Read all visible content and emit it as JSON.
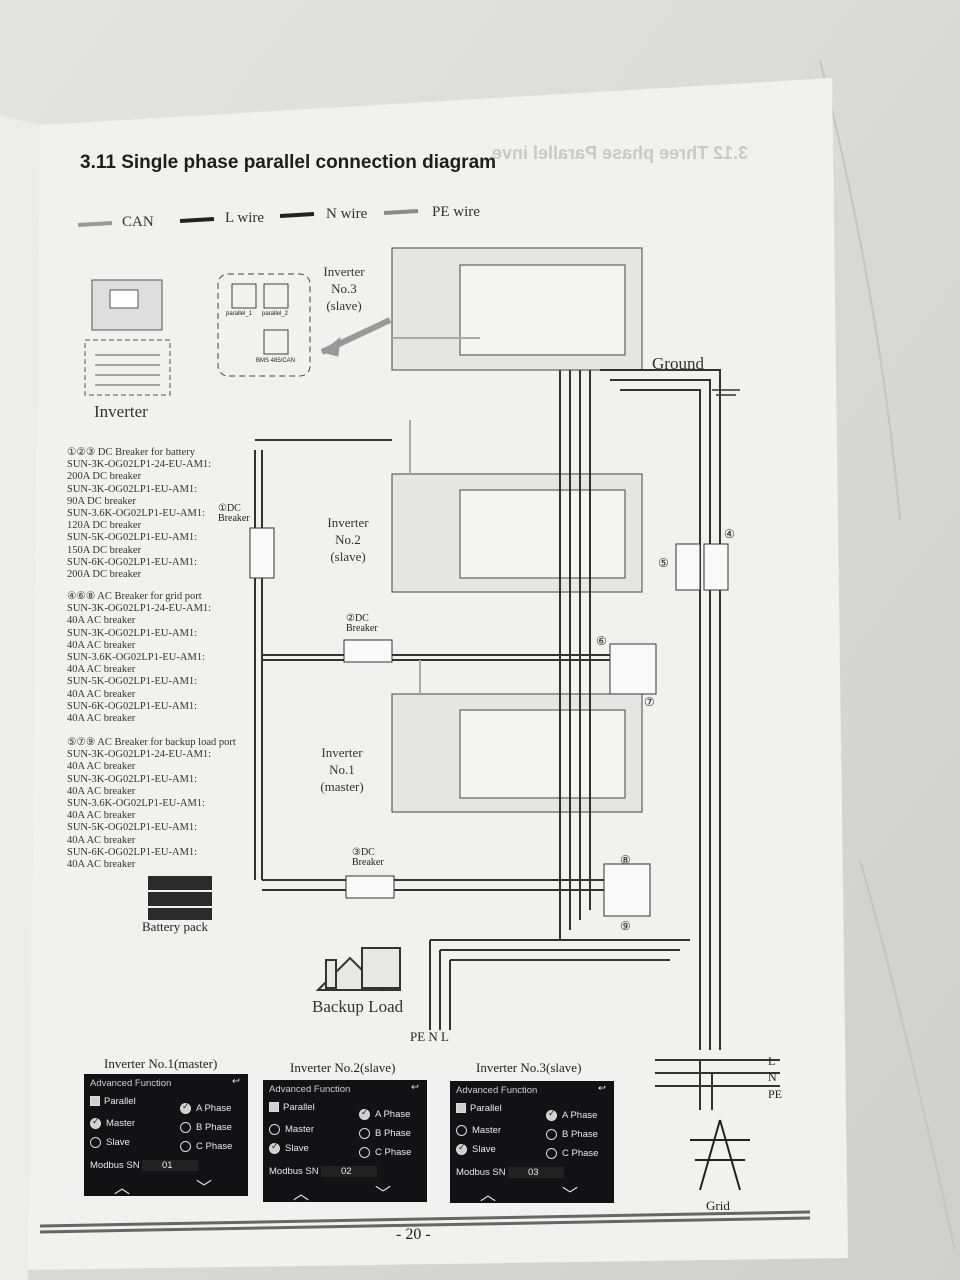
{
  "page": {
    "title": "3.11 Single phase parallel connection diagram",
    "mirrored_title": "3.12 Three phase Parallel inve",
    "page_number": "- 20 -"
  },
  "legend": {
    "can": "CAN",
    "l_wire": "L wire",
    "n_wire": "N wire",
    "pe_wire": "PE wire"
  },
  "ports": {
    "parallel_1": "parallel_1",
    "parallel_2": "parallel_2",
    "bms": "BMS 485/CAN"
  },
  "inverter_icon_label": "Inverter",
  "inverters": {
    "no3": "Inverter\nNo.3\n(slave)",
    "no2": "Inverter\nNo.2\n(slave)",
    "no1": "Inverter\nNo.1\n(master)"
  },
  "labels": {
    "ground": "Ground",
    "battery_pack": "Battery pack",
    "backup_load": "Backup Load",
    "pe_n_l": "PE N L",
    "grid": "Grid",
    "l": "L",
    "n": "N",
    "pe": "PE",
    "dc_breaker_1": "①DC\nBreaker",
    "dc_breaker_2": "②DC\nBreaker",
    "dc_breaker_3": "③DC\nBreaker",
    "num4": "④",
    "num5": "⑤",
    "num6": "⑥",
    "num7": "⑦",
    "num8": "⑧",
    "num9": "⑨"
  },
  "notes": {
    "dc_breaker": [
      "①②③ DC Breaker for battery",
      "SUN-3K-OG02LP1-24-EU-AM1:",
      "200A DC breaker",
      "SUN-3K-OG02LP1-EU-AM1:",
      "90A DC breaker",
      "SUN-3.6K-OG02LP1-EU-AM1:",
      "120A DC breaker",
      "SUN-5K-OG02LP1-EU-AM1:",
      "150A DC breaker",
      "SUN-6K-OG02LP1-EU-AM1:",
      "200A DC breaker"
    ],
    "ac_grid": [
      "④⑥⑧ AC Breaker for grid port",
      "SUN-3K-OG02LP1-24-EU-AM1:",
      "40A AC breaker",
      "SUN-3K-OG02LP1-EU-AM1:",
      "40A AC breaker",
      "SUN-3.6K-OG02LP1-EU-AM1:",
      "40A AC breaker",
      "SUN-5K-OG02LP1-EU-AM1:",
      "40A AC breaker",
      "SUN-6K-OG02LP1-EU-AM1:",
      "40A AC breaker"
    ],
    "ac_backup": [
      "⑤⑦⑨ AC Breaker for backup load port",
      "SUN-3K-OG02LP1-24-EU-AM1:",
      "40A AC breaker",
      "SUN-3K-OG02LP1-EU-AM1:",
      "40A AC breaker",
      "SUN-3.6K-OG02LP1-EU-AM1:",
      "40A AC breaker",
      "SUN-5K-OG02LP1-EU-AM1:",
      "40A AC breaker",
      "SUN-6K-OG02LP1-EU-AM1:",
      "40A AC breaker"
    ]
  },
  "screens": [
    {
      "caption": "Inverter No.1(master)",
      "header": "Advanced Function",
      "parallel": "Parallel",
      "master": "Master",
      "slave": "Slave",
      "a_phase": "A Phase",
      "b_phase": "B Phase",
      "c_phase": "C Phase",
      "modbus_label": "Modbus SN",
      "modbus_value": "01",
      "parallel_checked": true,
      "role_selected": "Master",
      "phase_selected": "A Phase"
    },
    {
      "caption": "Inverter No.2(slave)",
      "header": "Advanced Function",
      "parallel": "Parallel",
      "master": "Master",
      "slave": "Slave",
      "a_phase": "A Phase",
      "b_phase": "B Phase",
      "c_phase": "C Phase",
      "modbus_label": "Modbus SN",
      "modbus_value": "02",
      "parallel_checked": true,
      "role_selected": "Slave",
      "phase_selected": "A Phase"
    },
    {
      "caption": "Inverter No.3(slave)",
      "header": "Advanced Function",
      "parallel": "Parallel",
      "master": "Master",
      "slave": "Slave",
      "a_phase": "A Phase",
      "b_phase": "B Phase",
      "c_phase": "C Phase",
      "modbus_label": "Modbus SN",
      "modbus_value": "03",
      "parallel_checked": true,
      "role_selected": "Slave",
      "phase_selected": "A Phase"
    }
  ],
  "colors": {
    "marble": "#dcdcda",
    "paper": "#f1f1ef",
    "ink": "#2a2a2a",
    "screen": "#121214"
  }
}
